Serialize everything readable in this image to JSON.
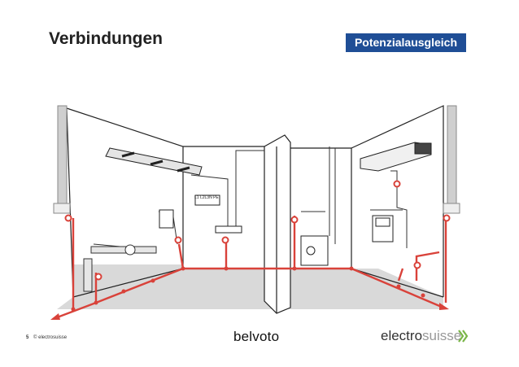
{
  "header": {
    "title": "Verbindungen",
    "badge": "Potenzialausgleich"
  },
  "diagram": {
    "terminal_label": "L1 L2L3N PE"
  },
  "footer": {
    "page_number": "5",
    "copyright": "© electrosuisse",
    "brand_center": "belvoto",
    "brand_right_a": "electro",
    "brand_right_b": "suisse"
  },
  "colors": {
    "accent": "#1f4e96",
    "bonding_line": "#d9423a",
    "floor": "#d9d9d9"
  }
}
